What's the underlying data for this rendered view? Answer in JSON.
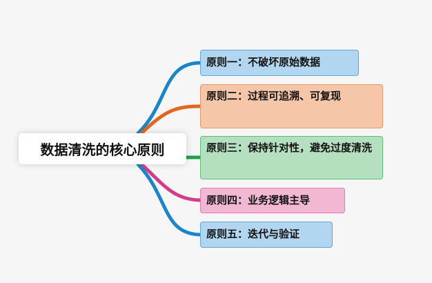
{
  "root": {
    "label": "数据清洗的核心原则"
  },
  "branches": [
    {
      "label": "原则一：不破坏原始数据",
      "color": "#1a85c9",
      "fill": "#b2d6ef",
      "border": "#5ea7d9"
    },
    {
      "label": "原则二：过程可追溯、可复现",
      "color": "#e2661c",
      "fill": "#f6c6a8",
      "border": "#e7956a"
    },
    {
      "label": "原则三：保持针对性，避免过度清洗",
      "color": "#1ea24a",
      "fill": "#b4e0c0",
      "border": "#5fbd7c"
    },
    {
      "label": "原则四：业务逻辑主导",
      "color": "#d43c8a",
      "fill": "#f2b8d3",
      "border": "#df7cab"
    },
    {
      "label": "原则五：迭代与验证",
      "color": "#1a85c9",
      "fill": "#b2d6ef",
      "border": "#5ea7d9"
    }
  ]
}
